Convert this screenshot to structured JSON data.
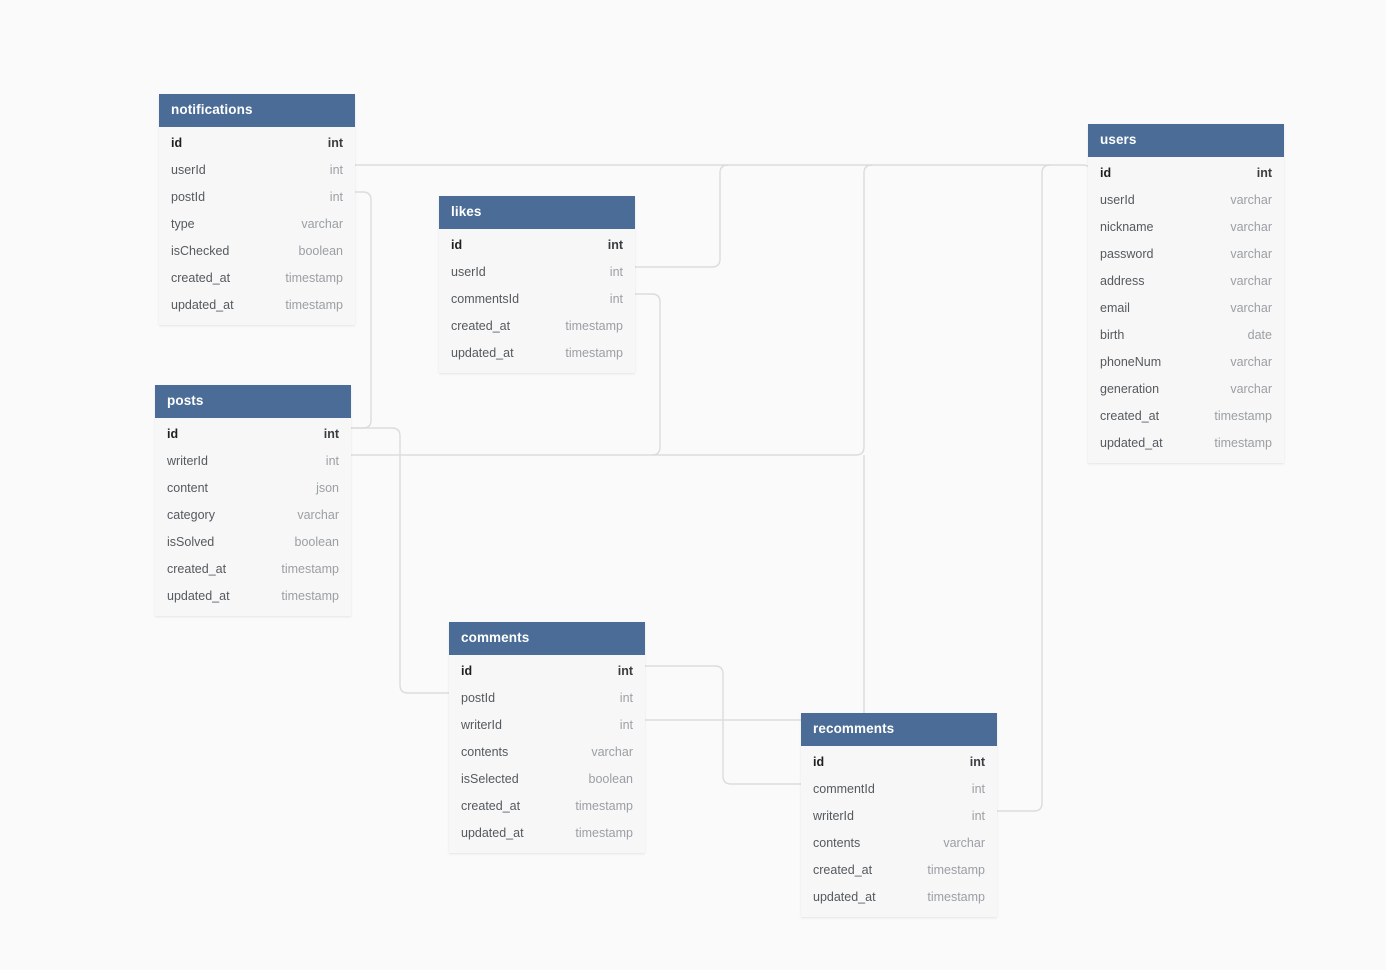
{
  "diagram": {
    "title": "database-erd",
    "background_color": "#fafafa",
    "header_color": "#4a6c96",
    "row_color": "#f7f7f7",
    "edge_color": "#dcdcdc"
  },
  "tables": [
    {
      "id": "notifications",
      "name": "notifications",
      "fields": [
        {
          "name": "id",
          "type": "int",
          "pk": true
        },
        {
          "name": "userId",
          "type": "int",
          "pk": false
        },
        {
          "name": "postId",
          "type": "int",
          "pk": false
        },
        {
          "name": "type",
          "type": "varchar",
          "pk": false
        },
        {
          "name": "isChecked",
          "type": "boolean",
          "pk": false
        },
        {
          "name": "created_at",
          "type": "timestamp",
          "pk": false
        },
        {
          "name": "updated_at",
          "type": "timestamp",
          "pk": false
        }
      ]
    },
    {
      "id": "posts",
      "name": "posts",
      "fields": [
        {
          "name": "id",
          "type": "int",
          "pk": true
        },
        {
          "name": "writerId",
          "type": "int",
          "pk": false
        },
        {
          "name": "content",
          "type": "json",
          "pk": false
        },
        {
          "name": "category",
          "type": "varchar",
          "pk": false
        },
        {
          "name": "isSolved",
          "type": "boolean",
          "pk": false
        },
        {
          "name": "created_at",
          "type": "timestamp",
          "pk": false
        },
        {
          "name": "updated_at",
          "type": "timestamp",
          "pk": false
        }
      ]
    },
    {
      "id": "likes",
      "name": "likes",
      "fields": [
        {
          "name": "id",
          "type": "int",
          "pk": true
        },
        {
          "name": "userId",
          "type": "int",
          "pk": false
        },
        {
          "name": "commentsId",
          "type": "int",
          "pk": false
        },
        {
          "name": "created_at",
          "type": "timestamp",
          "pk": false
        },
        {
          "name": "updated_at",
          "type": "timestamp",
          "pk": false
        }
      ]
    },
    {
      "id": "comments",
      "name": "comments",
      "fields": [
        {
          "name": "id",
          "type": "int",
          "pk": true
        },
        {
          "name": "postId",
          "type": "int",
          "pk": false
        },
        {
          "name": "writerId",
          "type": "int",
          "pk": false
        },
        {
          "name": "contents",
          "type": "varchar",
          "pk": false
        },
        {
          "name": "isSelected",
          "type": "boolean",
          "pk": false
        },
        {
          "name": "created_at",
          "type": "timestamp",
          "pk": false
        },
        {
          "name": "updated_at",
          "type": "timestamp",
          "pk": false
        }
      ]
    },
    {
      "id": "recomments",
      "name": "recomments",
      "fields": [
        {
          "name": "id",
          "type": "int",
          "pk": true
        },
        {
          "name": "commentId",
          "type": "int",
          "pk": false
        },
        {
          "name": "writerId",
          "type": "int",
          "pk": false
        },
        {
          "name": "contents",
          "type": "varchar",
          "pk": false
        },
        {
          "name": "created_at",
          "type": "timestamp",
          "pk": false
        },
        {
          "name": "updated_at",
          "type": "timestamp",
          "pk": false
        }
      ]
    },
    {
      "id": "users",
      "name": "users",
      "fields": [
        {
          "name": "id",
          "type": "int",
          "pk": true
        },
        {
          "name": "userId",
          "type": "varchar",
          "pk": false
        },
        {
          "name": "nickname",
          "type": "varchar",
          "pk": false
        },
        {
          "name": "password",
          "type": "varchar",
          "pk": false
        },
        {
          "name": "address",
          "type": "varchar",
          "pk": false
        },
        {
          "name": "email",
          "type": "varchar",
          "pk": false
        },
        {
          "name": "birth",
          "type": "date",
          "pk": false
        },
        {
          "name": "phoneNum",
          "type": "varchar",
          "pk": false
        },
        {
          "name": "generation",
          "type": "varchar",
          "pk": false
        },
        {
          "name": "created_at",
          "type": "timestamp",
          "pk": false
        },
        {
          "name": "updated_at",
          "type": "timestamp",
          "pk": false
        }
      ]
    }
  ],
  "relationships": [
    {
      "from": "notifications.userId",
      "to": "users.id"
    },
    {
      "from": "notifications.postId",
      "to": "posts.id"
    },
    {
      "from": "likes.userId",
      "to": "users.id"
    },
    {
      "from": "likes.commentsId",
      "to": "comments.id"
    },
    {
      "from": "posts.writerId",
      "to": "users.id"
    },
    {
      "from": "posts.id",
      "to": "comments.postId"
    },
    {
      "from": "comments.id",
      "to": "recomments.commentId"
    },
    {
      "from": "comments.writerId",
      "to": "users.id"
    },
    {
      "from": "recomments.writerId",
      "to": "users.id"
    }
  ]
}
